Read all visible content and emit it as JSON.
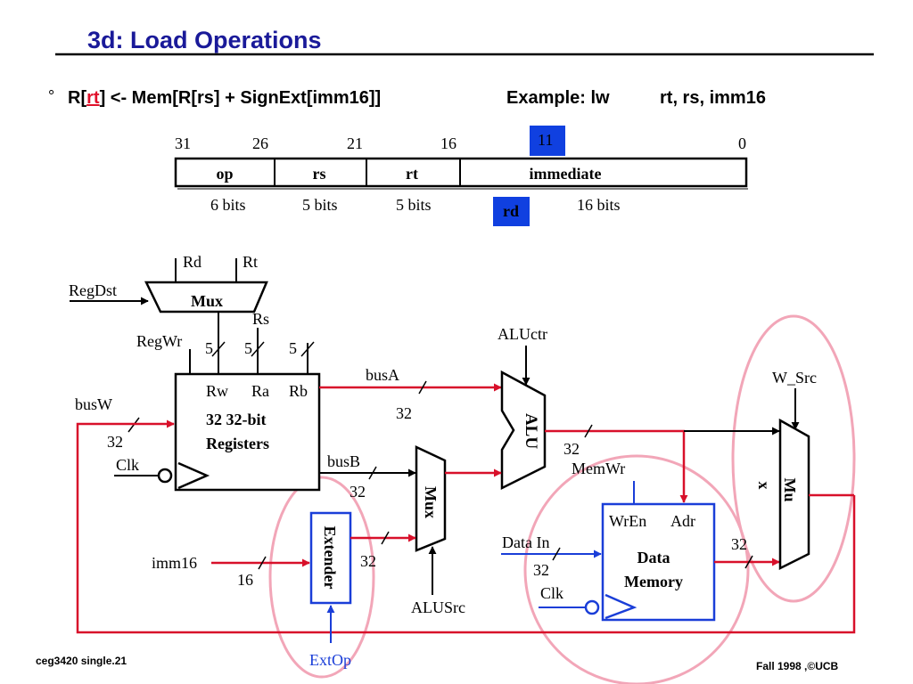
{
  "slide": {
    "title": "3d: Load Operations",
    "bullet_marker": "°",
    "rtl_parts": [
      "R[",
      "rt",
      "] <- Mem[R[rs] + SignExt[imm16]]"
    ],
    "example_label": "Example: lw",
    "example_args": "rt, rs, imm16",
    "footer_left": "ceg3420  single.21",
    "footer_right": "Fall 1998 ,©UCB"
  },
  "instruction_format": {
    "bit_positions": [
      "31",
      "26",
      "21",
      "16",
      "11",
      "0"
    ],
    "fields": [
      "op",
      "rs",
      "rt",
      "immediate"
    ],
    "widths": [
      "6 bits",
      "5 bits",
      "5 bits",
      "16 bits"
    ],
    "rd_label": "rd"
  },
  "datapath": {
    "regdst_label": "RegDst",
    "rd_label": "Rd",
    "rt_label": "Rt",
    "rs_label": "Rs",
    "mux_label": "Mux",
    "regwr_label": "RegWr",
    "width5": "5",
    "regfile": {
      "rw": "Rw",
      "ra": "Ra",
      "rb": "Rb",
      "line1": "32 32-bit",
      "line2": "Registers"
    },
    "busw_label": "busW",
    "width32": "32",
    "clk_label": "Clk",
    "busa_label": "busA",
    "busb_label": "busB",
    "aluctr_label": "ALUctr",
    "alu_label": "ALU",
    "alusrc_mux_label": "Mux",
    "alusrc_label": "ALUSrc",
    "imm16_label": "imm16",
    "width16": "16",
    "extender_label": "Extender",
    "extop_label": "ExtOp",
    "memwr_label": "MemWr",
    "memory": {
      "wren": "WrEn",
      "adr": "Adr",
      "line1": "Data",
      "line2": "Memory"
    },
    "datain_label": "Data In",
    "wsrc_label": "W_Src",
    "wsrc_mux_label1": "Mu",
    "wsrc_mux_label2": "x"
  },
  "colors": {
    "title": "#1a1a99",
    "rt_highlight": "#e0102a",
    "bus_red": "#d8102a",
    "ctrl_blue": "#1a3ed8",
    "field_blue": "#1040e0",
    "highlight_pink": "#f2a6b8"
  }
}
